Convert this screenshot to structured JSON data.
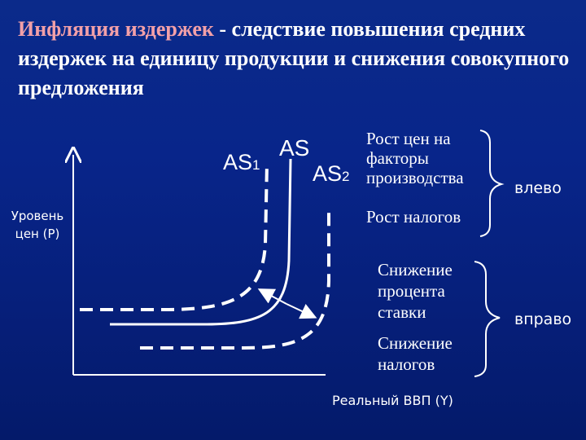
{
  "title": {
    "highlight": "Инфляция издержек",
    "rest": " - следствие повышения средних издержек на единицу продукции и снижения совокупного предложения"
  },
  "axes": {
    "y_label": "Уровень цен (Р)",
    "x_label": "Реальный ВВП (Y)"
  },
  "curves": {
    "as1_main": "AS",
    "as1_sub": "1",
    "as": "AS",
    "as2_main": "AS",
    "as2_sub": "2"
  },
  "factors_left": {
    "item1": "Рост цен на факторы производства",
    "item2": "Рост налогов",
    "direction": "влево"
  },
  "factors_right": {
    "item1": "Снижение процента ставки",
    "item2": "Снижение налогов",
    "direction": "вправо"
  },
  "colors": {
    "background": "#061f7a",
    "title_highlight": "#f3a0a8",
    "lines": "#ffffff"
  }
}
